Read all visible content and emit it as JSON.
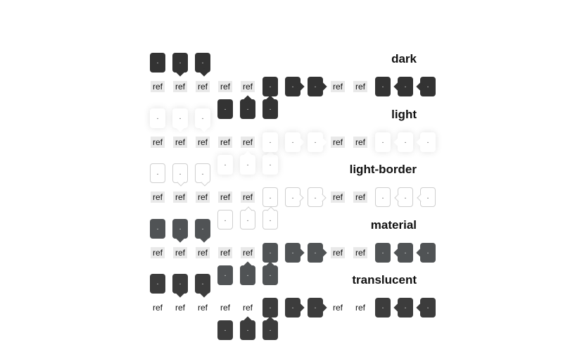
{
  "ref_label": "ref",
  "tooltip_text": ".",
  "themes": [
    {
      "id": "dark",
      "label": "dark",
      "bg": "#333333",
      "fg": "#ffffff",
      "border": "none",
      "shadow": "none",
      "transparent_refs": false
    },
    {
      "id": "light",
      "label": "light",
      "bg": "#ffffff",
      "fg": "#333333",
      "border": "none",
      "shadow": "0 0 10px rgba(0,0,0,0.12)",
      "transparent_refs": false
    },
    {
      "id": "light-border",
      "label": "light-border",
      "bg": "#ffffff",
      "fg": "#333333",
      "border": "1px solid #cfcfcf",
      "shadow": "none",
      "transparent_refs": false
    },
    {
      "id": "material",
      "label": "material",
      "bg": "#505355",
      "fg": "#ffffff",
      "border": "none",
      "shadow": "none",
      "transparent_refs": false
    },
    {
      "id": "translucent",
      "label": "translucent",
      "bg": "#3c3c3c",
      "fg": "#ffffff",
      "border": "none",
      "shadow": "none",
      "transparent_refs": true
    }
  ]
}
